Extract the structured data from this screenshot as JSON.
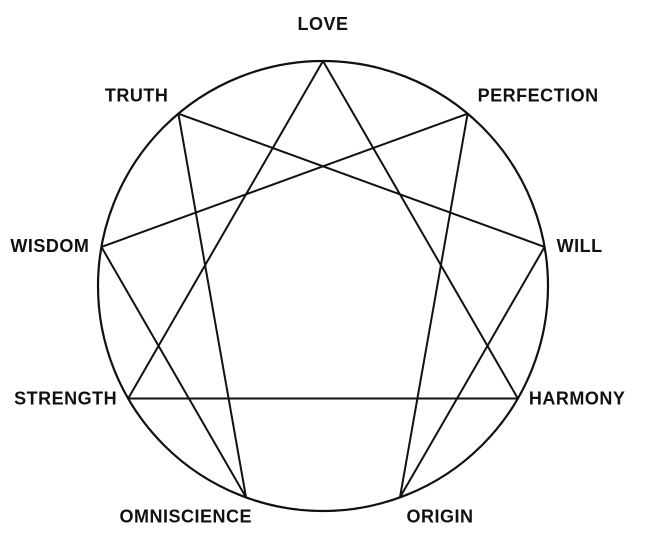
{
  "diagram": {
    "type": "enneagram",
    "background_color": "#ffffff",
    "line_color": "#111111",
    "nodes": [
      {
        "label": "LOVE"
      },
      {
        "label": "PERFECTION"
      },
      {
        "label": "WILL"
      },
      {
        "label": "HARMONY"
      },
      {
        "label": "ORIGIN"
      },
      {
        "label": "OMNISCIENCE"
      },
      {
        "label": "STRENGTH"
      },
      {
        "label": "WISDOM"
      },
      {
        "label": "TRUTH"
      }
    ],
    "edges": [
      [
        0,
        3
      ],
      [
        3,
        6
      ],
      [
        6,
        0
      ],
      [
        1,
        4
      ],
      [
        4,
        2
      ],
      [
        2,
        8
      ],
      [
        8,
        5
      ],
      [
        5,
        7
      ],
      [
        7,
        1
      ]
    ]
  }
}
